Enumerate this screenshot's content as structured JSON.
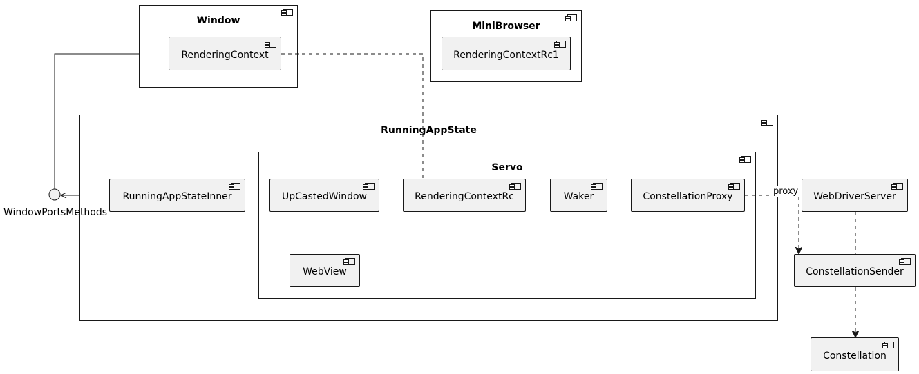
{
  "containers": {
    "window": {
      "title": "Window"
    },
    "minibrowser": {
      "title": "MiniBrowser"
    },
    "running_app_state": {
      "title": "RunningAppState"
    },
    "servo": {
      "title": "Servo"
    }
  },
  "components": {
    "rendering_context": "RenderingContext",
    "rendering_context_rc1": "RenderingContextRc1",
    "running_app_state_inner": "RunningAppStateInner",
    "upcasted_window": "UpCastedWindow",
    "rendering_context_rc": "RenderingContextRc",
    "waker": "Waker",
    "constellation_proxy": "ConstellationProxy",
    "webview": "WebView",
    "webdriver_server": "WebDriverServer",
    "constellation_sender": "ConstellationSender",
    "constellation": "Constellation"
  },
  "interfaces": {
    "window_ports_methods": "WindowPortsMethods"
  },
  "edge_labels": {
    "proxy": "proxy"
  },
  "colors": {
    "component_fill": "#f1f1f1",
    "border": "#181818",
    "background": "#ffffff"
  }
}
